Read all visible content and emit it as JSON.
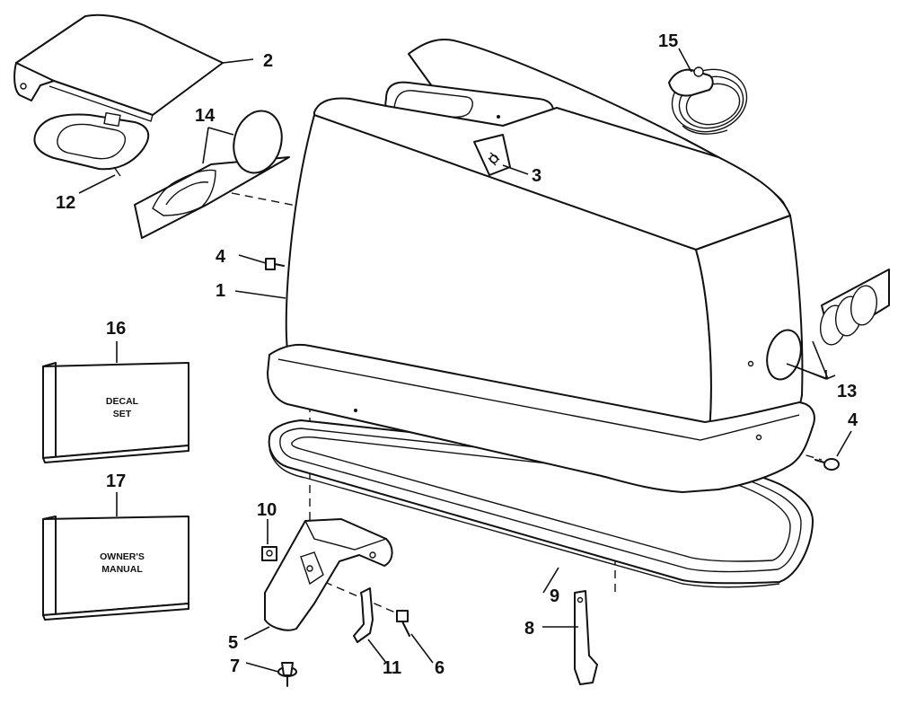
{
  "labels": {
    "p1": "1",
    "p2": "2",
    "p3": "3",
    "p4a": "4",
    "p4b": "4",
    "p5": "5",
    "p6": "6",
    "p7": "7",
    "p8": "8",
    "p9": "9",
    "p10": "10",
    "p11": "11",
    "p12": "12",
    "p13": "13",
    "p14": "14",
    "p15": "15",
    "p16": "16",
    "p17": "17"
  },
  "boxes": {
    "decal_line1": "DECAL",
    "decal_line2": "SET",
    "manual_line1": "OWNER'S",
    "manual_line2": "MANUAL"
  }
}
